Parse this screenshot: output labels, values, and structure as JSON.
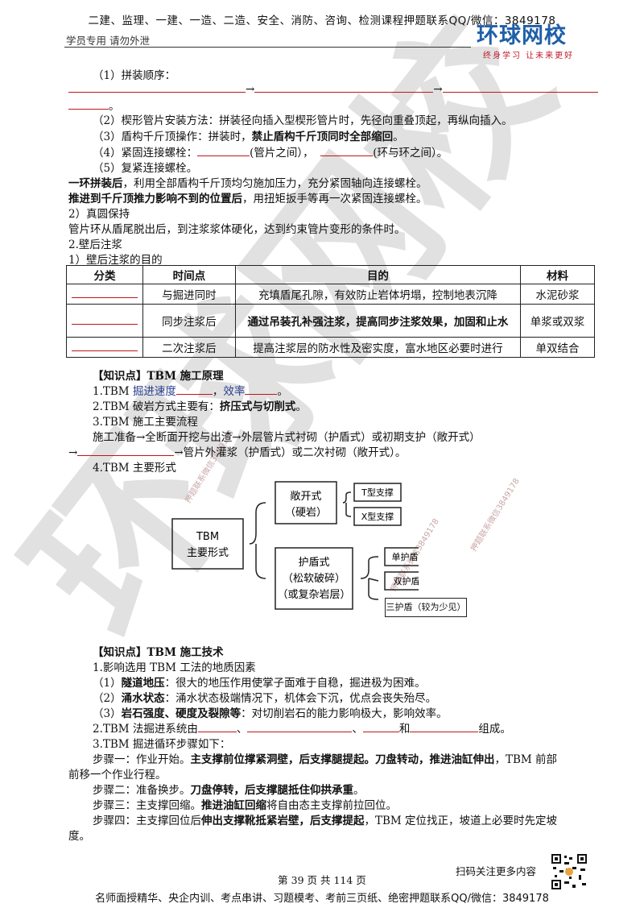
{
  "header": {
    "top_text": "二建、监理、一建、一造、二造、安全、消防、咨询、检测课程押题联系QQ/微信：3849178",
    "left_text": "学员专用  请勿外泄",
    "logo_main": "环球网校",
    "logo_slogan": "终身学习  让未来更好"
  },
  "lines": {
    "l1": "（1）拼装顺序：",
    "l2_arrow1": "→",
    "l2_arrow2": "→",
    "l3_end": "。",
    "l4": "（2）楔形管片安装方法：拼装径向插入型楔形管片时，先径向重叠顶起，再纵向插入。",
    "l5a": "（3）盾构千斤顶操作：拼装时，",
    "l5b": "禁止盾构千斤顶同时全部缩回",
    "l5c": "。",
    "l6a": "（4）紧固连接螺栓：",
    "l6b": "(管片之间），",
    "l6c": "(环与环之间）。",
    "l7": "（5）复紧连接螺栓。",
    "l8a": "一环拼装后",
    "l8b": "，利用全部盾构千斤顶均匀施加压力，充分紧固轴向连接螺栓。",
    "l9a": "推进到千斤顶推力影响不到的位置后",
    "l9b": "，用扭矩扳手等再一次紧固连接螺栓。",
    "l10": "2）真圆保持",
    "l11": "管片环从盾尾脱出后，到注浆浆体硬化，达到约束管片变形的条件时。",
    "l12": "2.壁后注浆",
    "l13": "1）壁后注浆的目的"
  },
  "grout_table": {
    "headers": [
      "分类",
      "时间点",
      "目的",
      "材料"
    ],
    "rows": [
      {
        "time": "与掘进同时",
        "purpose": "充填盾尾孔隙，有效防止岩体坍塌，控制地表沉降",
        "material": "水泥砂浆"
      },
      {
        "time": "同步注浆后",
        "purpose": "通过吊装孔补强注浆，提高同步注浆效果，加固和止水",
        "material": "单浆或双浆"
      },
      {
        "time": "二次注浆后",
        "purpose": "提高注浆层的防水性及密实度，富水地区必要时进行",
        "material": "单双结合"
      }
    ]
  },
  "tbm": {
    "heading1": "【知识点】TBM 施工原理",
    "p1a": "1.TBM ",
    "p1b": "掘进速度",
    "p1c": "，",
    "p1d": "效率",
    "p1e": "。",
    "p2a": "2.TBM 破岩方式主要有：",
    "p2b": "挤压式与切削式",
    "p2c": "。",
    "p3": "3.TBM 施工主要流程",
    "p4": "施工准备→全断面开挖与出渣→外层管片式衬砌（护盾式）或初期支护（敞开式）",
    "p5a": "→",
    "p5b": "→管片外灌浆（护盾式）或二次衬砌（敞开式）。",
    "p6": "4.TBM 主要形式"
  },
  "diagram": {
    "root_line1": "TBM",
    "root_line2": "主要形式",
    "open_line1": "敞开式",
    "open_line2": "（硬岩）",
    "open_t": "T型支撑",
    "open_x": "X型支撑",
    "shield_line1": "护盾式",
    "shield_line2": "（松软破碎）",
    "shield_line3": "（或复杂岩层）",
    "single": "单护盾",
    "double": "双护盾",
    "triple": "三护盾（较为少见）"
  },
  "tech": {
    "heading2": "【知识点】TBM 施工技术",
    "t1": "1.影响选用 TBM 工法的地质因素",
    "t2a": "（1）",
    "t2b": "隧道地压",
    "t2c": "：很大的地压作用使掌子面难于自稳，掘进极为困难。",
    "t3a": "（2）",
    "t3b": "涌水状态",
    "t3c": "：涌水状态极端情况下，机体会下沉，优点会丧失殆尽。",
    "t4a": "（3）",
    "t4b": "岩石强度、硬度及裂隙等",
    "t4c": "：对切削岩石的能力影响极大，影响效率。",
    "t5a": "2.TBM 法掘进系统由",
    "t5b": "、",
    "t5c": "、",
    "t5d": "和",
    "t5e": "组成。",
    "t6": "3.TBM 掘进循环步骤如下：",
    "s1a": "步骤一：作业开始。",
    "s1b": "主支撑前位撑紧洞壁，后支撑腿提起。刀盘转动，推进油缸伸出",
    "s1c": "，TBM 前部",
    "s1d": "前移一个作业行程。",
    "s2a": "步骤二：准备换步。",
    "s2b": "刀盘停转，后支撑腿抵住仰拱承重",
    "s2c": "。",
    "s3a": "步骤三：主支撑回缩。",
    "s3b": "推进油缸回缩",
    "s3c": "将自由态主支撑前拉回位。",
    "s4a": "步骤四：主支撑回位后",
    "s4b": "伸出支撑靴抵紧岩壁，后支撑提起",
    "s4c": "，TBM 定位找正，坡道上必要时先定坡",
    "s4d": "度。"
  },
  "footer": {
    "scan": "扫码关注更多内容",
    "page": "第 39 页 共 114 页",
    "bottom": "名师面授精华、央企内训、考点串讲、习题模考、考前三页纸、绝密押题联系QQ/微信：3849178"
  },
  "watermark": {
    "text": "环球网校",
    "small": "押题联系微信3849178"
  },
  "colors": {
    "accent_blue": "#1f5fa8",
    "blank_red": "#c0151b",
    "logo_red": "#d9322b"
  }
}
